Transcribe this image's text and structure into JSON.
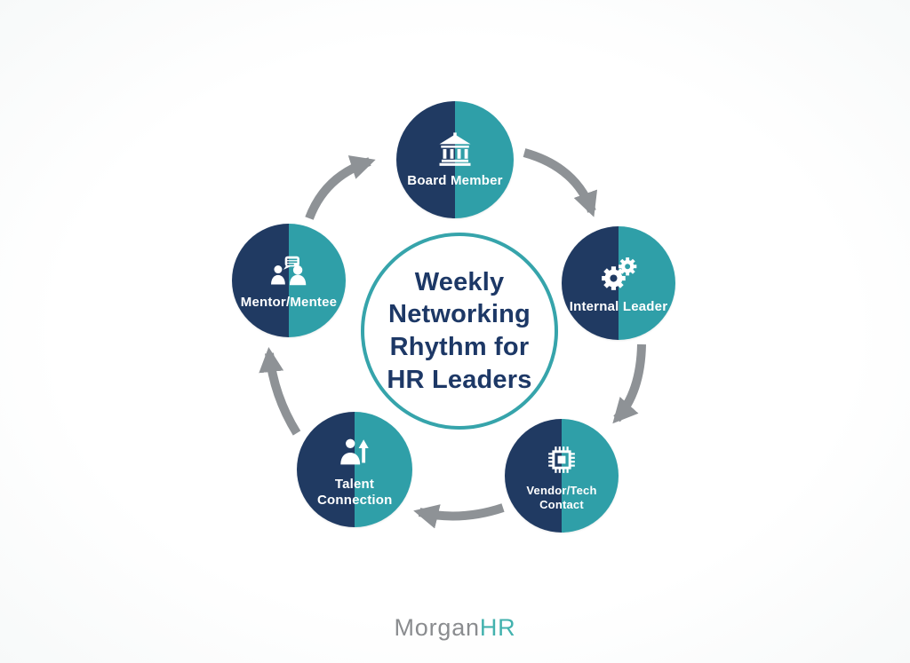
{
  "title": "Weekly Networking Rhythm for HR Leaders",
  "center": {
    "title_lines": [
      "Weekly",
      "Networking",
      "Rhythm for",
      "HR Leaders"
    ]
  },
  "nodes": [
    {
      "id": "board-member",
      "label": "Board Member",
      "icon": "bank-icon"
    },
    {
      "id": "internal-leader",
      "label": "Internal Leader",
      "icon": "gears-icon"
    },
    {
      "id": "vendor-tech-contact",
      "label": "Vendor/Tech Contact",
      "icon": "microchip-icon"
    },
    {
      "id": "talent-connection",
      "label": "Talent Connection",
      "icon": "person-growth-icon"
    },
    {
      "id": "mentor-mentee",
      "label": "Mentor/Mentee",
      "icon": "mentorship-chat-icon"
    }
  ],
  "cycle_order": [
    "Board Member",
    "Internal Leader",
    "Vendor/Tech Contact",
    "Talent Connection",
    "Mentor/Mentee"
  ],
  "footer": {
    "brand_primary": "Morgan",
    "brand_accent": "HR"
  },
  "colors": {
    "node_navy": "#203a62",
    "node_teal": "#2f9fa8",
    "center_ring": "#36a4ab",
    "title_text": "#1d3866",
    "arrow_gray": "#8e9296",
    "logo_gray": "#8a8c8f",
    "logo_teal": "#43b2ae",
    "background": "#fcfdfd"
  }
}
